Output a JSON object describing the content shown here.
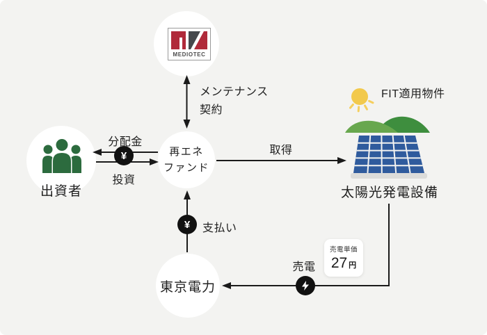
{
  "diagram": {
    "nodes": {
      "mediotec": {
        "logo_text": "MEDIOTEC"
      },
      "fund": {
        "label_line1": "再エネ",
        "label_line2": "ファンド"
      },
      "investors": {
        "label": "出資者"
      },
      "solar": {
        "label": "太陽光発電設備",
        "tag": "FIT適用物件"
      },
      "utility": {
        "label": "東京電力"
      }
    },
    "edges": {
      "maintenance_line1": "メンテナンス",
      "maintenance_line2": "契約",
      "dividend": "分配金",
      "investment": "投資",
      "acquisition": "取得",
      "payment": "支払い",
      "sale": "売電"
    },
    "price_card": {
      "title": "売電単価",
      "value": "27",
      "unit": "円"
    },
    "badges": {
      "yen": "¥",
      "bolt_icon": "lightning-bolt"
    },
    "colors": {
      "background": "#f3f3f1",
      "line": "#1a1a1a",
      "people_green": "#2c6b3e",
      "panel_blue": "#2f5b9d",
      "panel_base": "#dcdcda",
      "sun_yellow": "#f2c94c",
      "hill_light": "#68a74e",
      "hill_dark": "#3e8e3e",
      "logo_red": "#b02a3a",
      "logo_dark": "#45484c",
      "badge_black": "#111111"
    }
  }
}
